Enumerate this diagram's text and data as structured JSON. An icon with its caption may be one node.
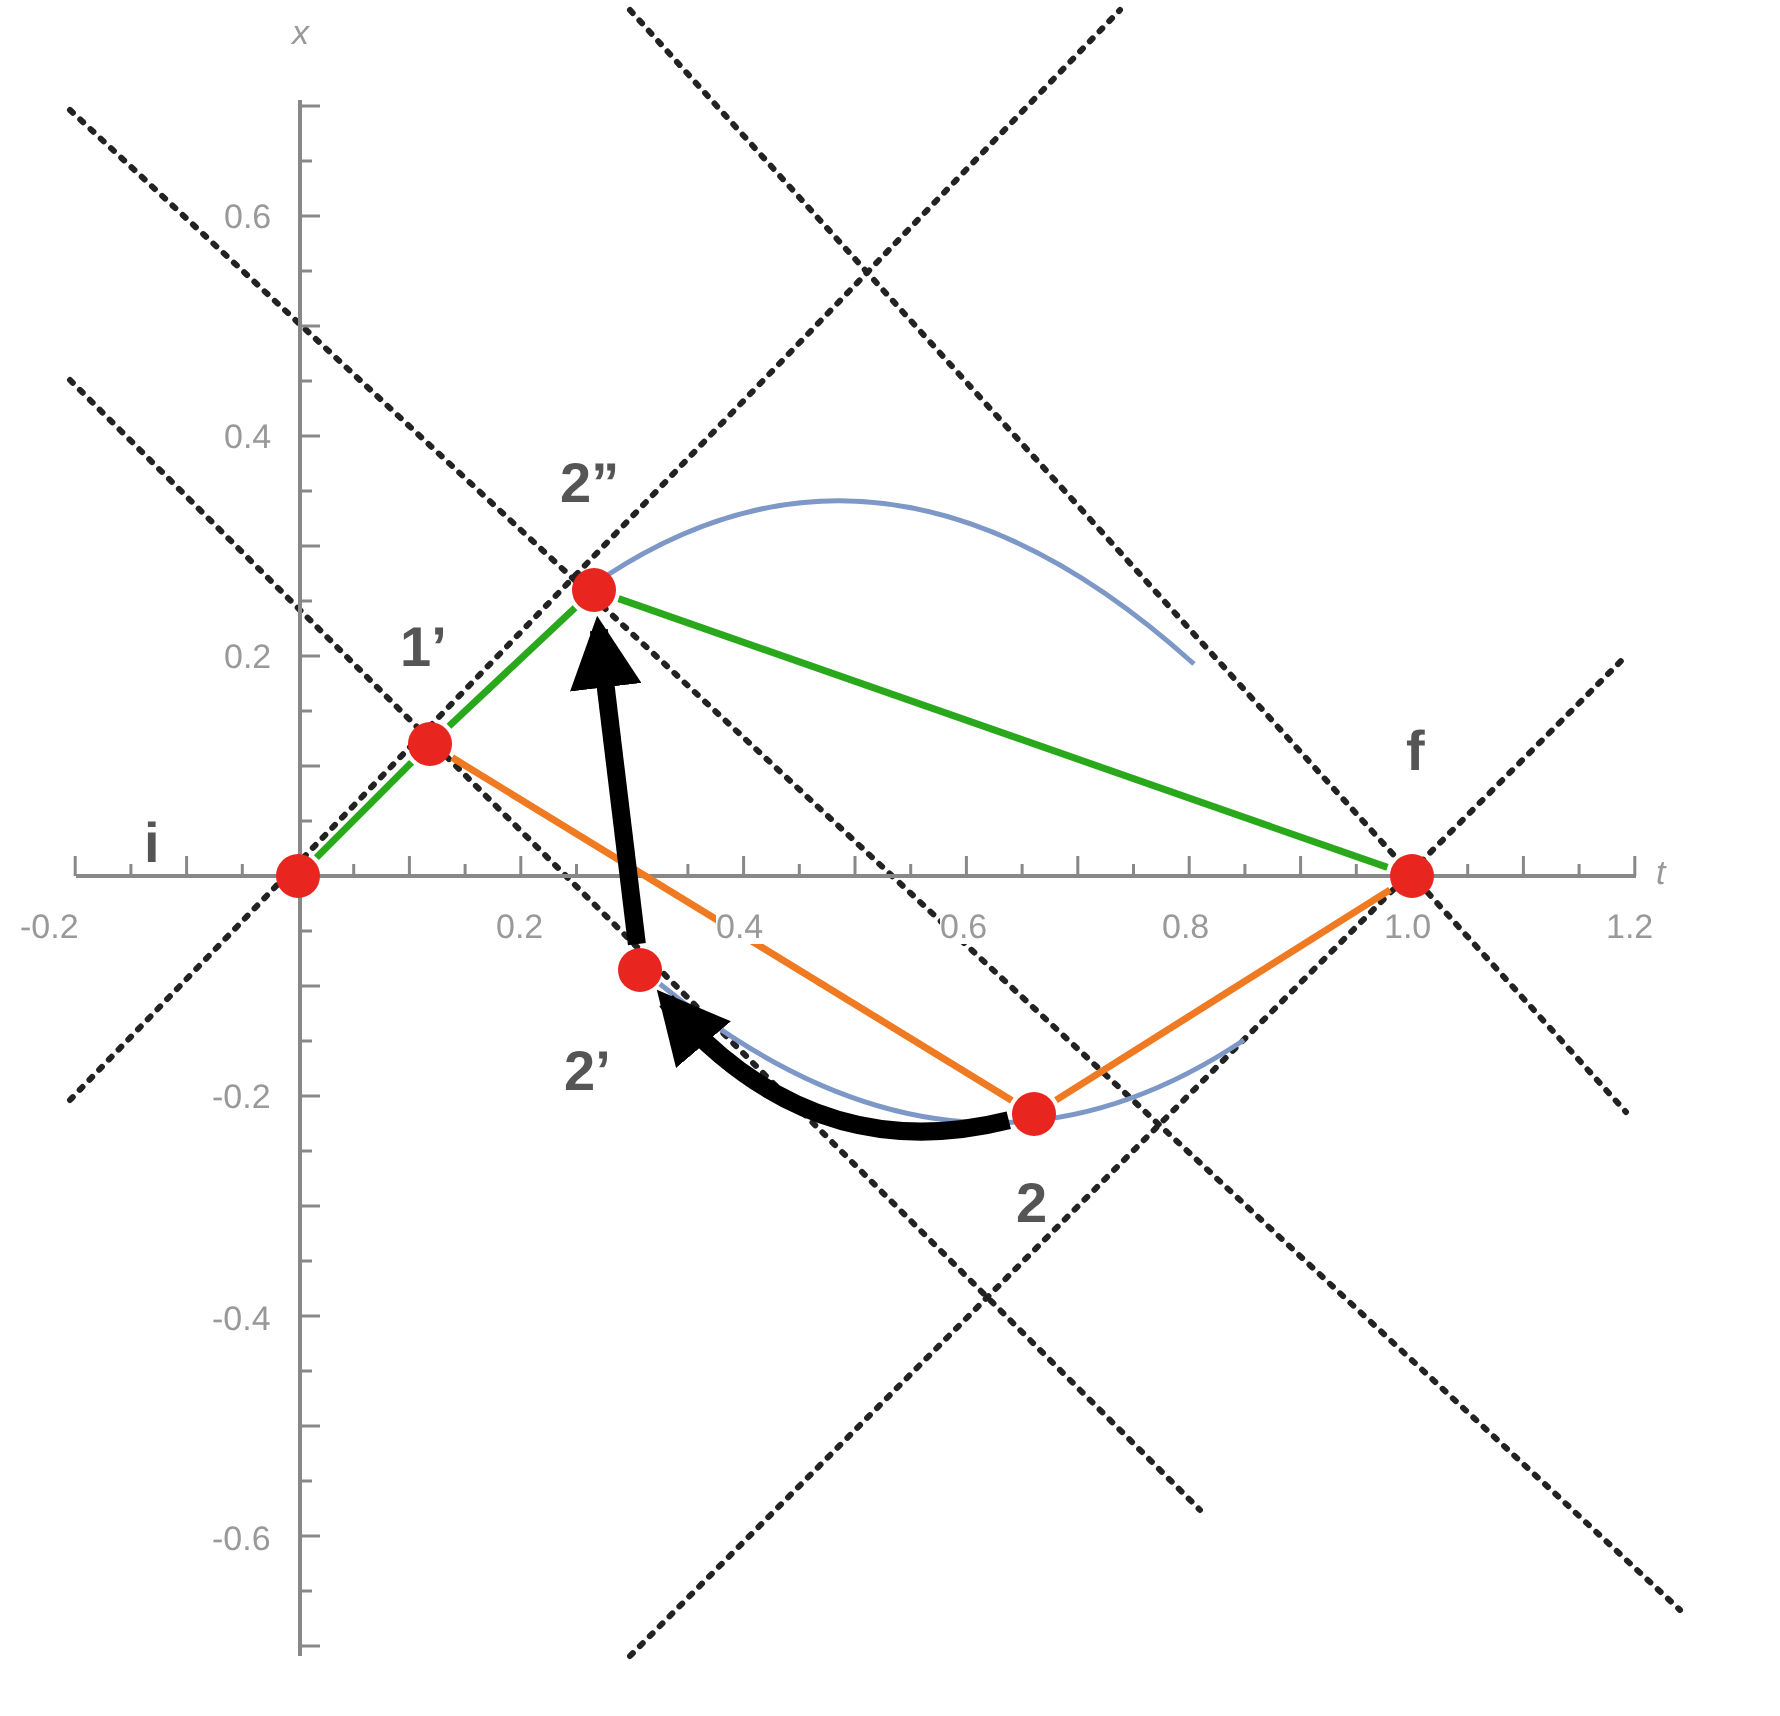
{
  "diagram": {
    "nodes": [
      {
        "text": [],
        "shape": "circle",
        "beside": [
          "i"
        ]
      },
      {
        "text": [],
        "shape": "circle",
        "beside": [
          "1’"
        ]
      },
      {
        "text": [],
        "shape": "circle",
        "beside": [
          "2”"
        ]
      },
      {
        "text": [],
        "shape": "circle",
        "beside": [
          "2’"
        ]
      },
      {
        "text": [],
        "shape": "circle",
        "beside": [
          "2"
        ]
      },
      {
        "text": [],
        "shape": "circle",
        "beside": [
          "f"
        ]
      }
    ],
    "edges": [
      {
        "from": 0,
        "to": 1,
        "arrow": "none",
        "color": "#2aa81c"
      },
      {
        "from": 1,
        "to": 2,
        "arrow": "none",
        "color": "#2aa81c"
      },
      {
        "from": 2,
        "to": 5,
        "arrow": "none",
        "color": "#2aa81c"
      },
      {
        "from": 1,
        "to": 4,
        "arrow": "none",
        "color": "#f07a22"
      },
      {
        "from": 4,
        "to": 5,
        "arrow": "none",
        "color": "#f07a22"
      },
      {
        "from": 3,
        "to": 2,
        "arrow": "to",
        "style": "thick",
        "color": "#000000"
      },
      {
        "from": 4,
        "to": 3,
        "arrow": "to",
        "style": "thick",
        "color": "#000000"
      }
    ],
    "labels": [
      "x",
      "0.6",
      "0.4",
      "0.2",
      "-0.2",
      "-0.4",
      "-0.6",
      "-0.2",
      "0.2",
      "0.4",
      "0.6",
      "0.8",
      "1.0",
      "1.2",
      "t"
    ]
  }
}
